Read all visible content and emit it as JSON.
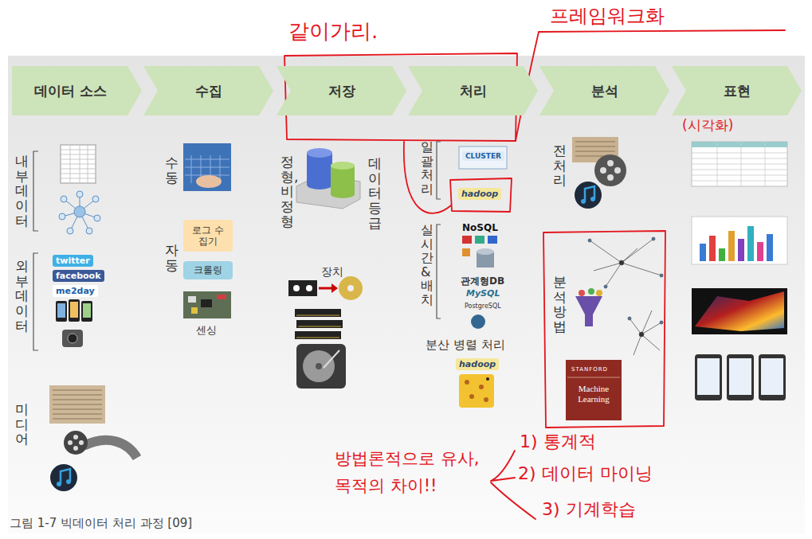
{
  "diagram": {
    "caption": "그림 1-7 빅데이터 처리 과정 [09]",
    "nodes": [
      {
        "text": [
          "데이터 소스"
        ]
      },
      {
        "text": [
          "수집"
        ]
      },
      {
        "text": [
          "저장"
        ]
      },
      {
        "text": [
          "처리"
        ]
      },
      {
        "text": [
          "분석"
        ]
      },
      {
        "text": [
          "표현"
        ]
      },
      {
        "text": [
          "로그 수집기"
        ]
      },
      {
        "text": [
          "크롤링"
        ]
      }
    ],
    "labels": [
      "같이가리.",
      "프레임워크화",
      "(시각화)",
      "내부 데이터",
      "외부 데이터",
      "미디어",
      "twitter",
      "facebook",
      "me2day",
      "수동",
      "자동",
      "센싱",
      "정형, 비정형",
      "데이터 등급",
      "장치",
      "일괄 처리",
      "CLUSTER",
      "hadoop",
      "실시간 & 배치",
      "NoSQL",
      "관계형DB",
      "MySQL",
      "PostgreSQL",
      "분산 병렬 처리",
      "hadoop",
      "전처리",
      "분석 방법",
      "STANFORD",
      "Machine Learning",
      "방법론적으로 유사, 목적의 차이!!",
      "1) 통계적",
      "2) 데이터 마이닝",
      "3) 기계학습"
    ]
  }
}
